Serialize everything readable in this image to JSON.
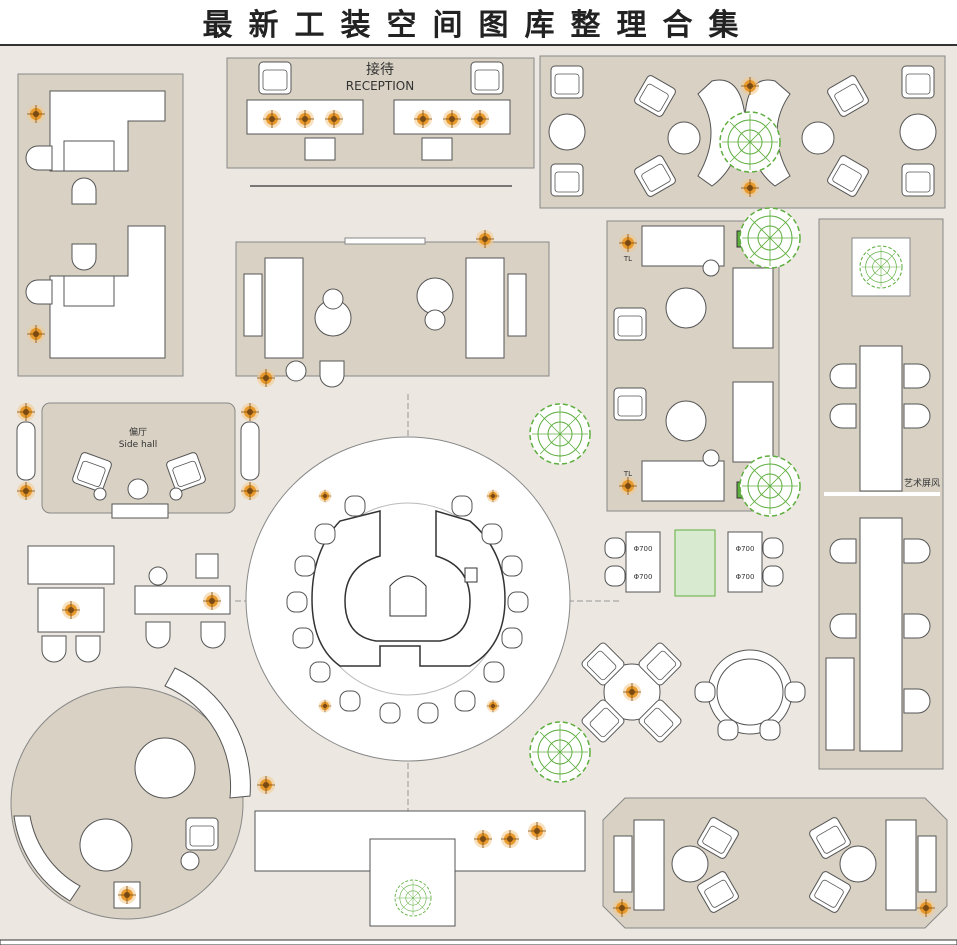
{
  "title": "最新工装空间图库整理合集",
  "labels": {
    "reception_cn": "接待",
    "reception_en": "RECEPTION",
    "side_hall_cn": "偏厅",
    "side_hall_en": "Side hall",
    "art_screen": "艺术屏风",
    "dim_label": "Φ700",
    "lamp_label": "TL"
  },
  "colors": {
    "background": "#ece8e1",
    "room_fill": "#d8d1c4",
    "furniture": "#ffffff",
    "line": "#555555",
    "lamp": "#e89a2c",
    "plant": "#5fae3f"
  }
}
